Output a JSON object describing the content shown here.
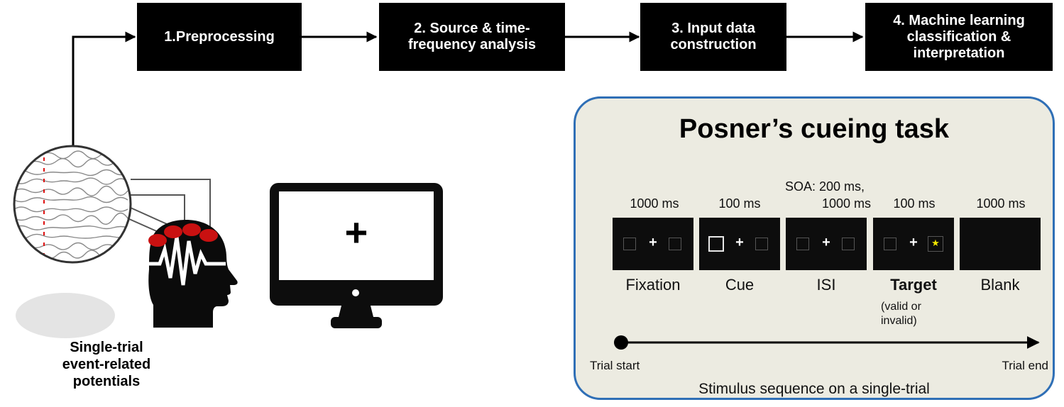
{
  "pipeline": {
    "steps": [
      "1.Preprocessing",
      "2. Source & time-\nfrequency analysis",
      "3. Input data\nconstruction",
      "4. Machine learning\nclassification &\ninterpretation"
    ]
  },
  "left": {
    "caption": "Single-trial\nevent-related\npotentials",
    "screen_symbol": "+"
  },
  "posner": {
    "title": "Posner’s cueing task",
    "durations": [
      "1000 ms",
      "100 ms",
      "SOA: 200 ms,",
      "1000 ms",
      "100 ms",
      "1000 ms"
    ],
    "stimuli": [
      {
        "name": "Fixation",
        "plus": "+"
      },
      {
        "name": "Cue",
        "plus": "+"
      },
      {
        "name": "ISI",
        "plus": "+"
      },
      {
        "name": "Target",
        "plus": "+",
        "note_line1": "(valid or",
        "note_line2": "invalid)",
        "star": "★"
      },
      {
        "name": "Blank"
      }
    ],
    "timeline": {
      "start": "Trial start",
      "end": "Trial end"
    },
    "footer": "Stimulus sequence on a single-trial",
    "border_color": "#2f6fb6",
    "background": "#ecebe1",
    "target_star_color": "#f2e600"
  }
}
